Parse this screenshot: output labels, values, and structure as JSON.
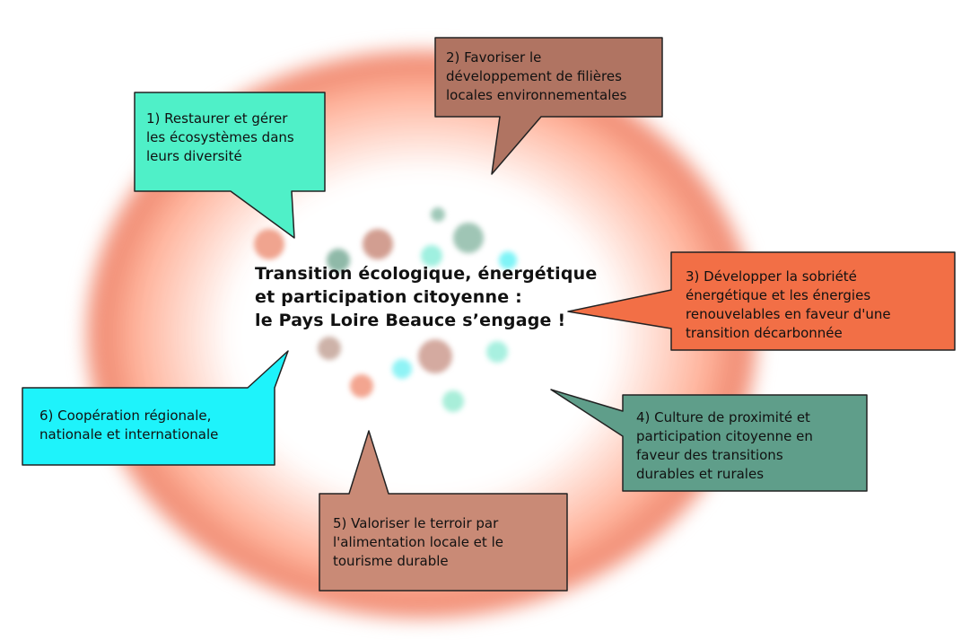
{
  "diagram": {
    "center_title": "Transition écologique, énergétique\net participation citoyenne :\nle Pays Loire Beauce s’engage !",
    "bubbles": [
      {
        "label": "1) Restaurer et gérer\nles écosystèmes dans\nleurs diversité",
        "color": "#4ff0c8"
      },
      {
        "label": "2) Favoriser le\ndéveloppement de filières\nlocales environnementales",
        "color": "#b07462"
      },
      {
        "label": "3) Développer la sobriété\nénergétique et les énergies\nrenouvelables en faveur d'une\ntransition décarbonnée",
        "color": "#f26f46"
      },
      {
        "label": "4) Culture de proximité et\nparticipation citoyenne en\nfaveur des transitions\ndurables et rurales",
        "color": "#5f9e8a"
      },
      {
        "label": "5) Valoriser le terroir par\nl'alimentation locale et le\ntourisme durable",
        "color": "#c98a76"
      },
      {
        "label": "6) Coopération régionale,\nnationale et internationale",
        "color": "#1ef3fb"
      }
    ],
    "dot_colors": [
      "#c9917f",
      "#89b8a5",
      "#6fe6d9",
      "#f08463",
      "#3df0f5"
    ]
  }
}
